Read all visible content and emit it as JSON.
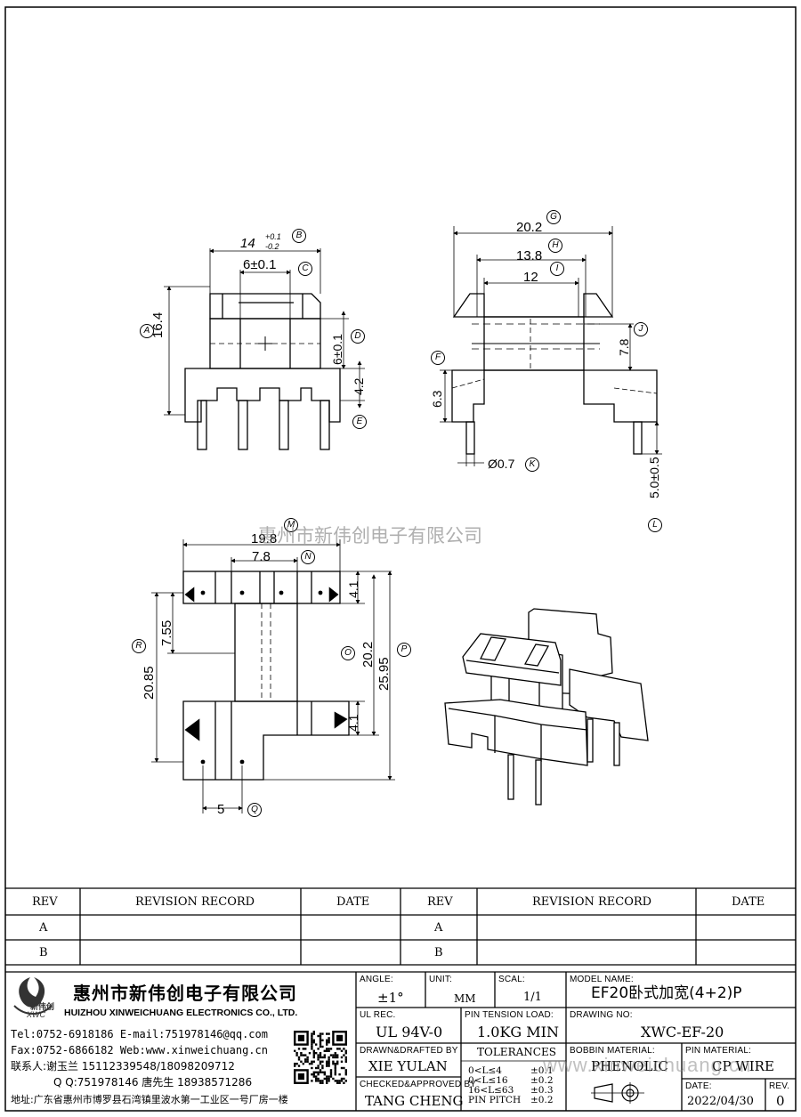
{
  "watermark": "惠州市新伟创电子有限公司",
  "watermark_url": "www.xinweichuang.cn",
  "dims": {
    "B": "14",
    "B_tol_plus": "+0.1",
    "B_tol_minus": "-0.2",
    "C": "6±0.1",
    "A": "16.4",
    "D": "6±0.1",
    "E": "4.2",
    "G": "20.2",
    "H": "13.8",
    "I": "12",
    "J": "7.8",
    "F": "6.3",
    "K": "Ø0.7",
    "L": "5.0±0.5",
    "M": "19.8",
    "N": "7.8",
    "R": "20.85",
    "S": "7.55",
    "O": "20.2",
    "P": "25.95",
    "T1": "4.1",
    "T2": "4.1",
    "Q": "5"
  },
  "balloons": [
    "A",
    "B",
    "C",
    "D",
    "E",
    "F",
    "G",
    "H",
    "I",
    "J",
    "K",
    "L",
    "M",
    "N",
    "O",
    "P",
    "Q",
    "R"
  ],
  "revision": {
    "col_rev": "REV",
    "col_record": "REVISION RECORD",
    "col_date": "DATE",
    "rows": [
      "A",
      "B"
    ]
  },
  "company": {
    "logo_text": "新伟创",
    "logo_abbr": "XWC",
    "name_cn": "惠州市新伟创电子有限公司",
    "name_en": "HUIZHOU XINWEICHUANG ELECTRONICS CO., LTD.",
    "tel": "Tel:0752-6918186 E-mail:751978146@qq.com",
    "fax": "Fax:0752-6866182 Web:www.xinweichuang.cn",
    "contact": "联系人:谢玉兰 15112339548/18098209712",
    "qq": "Q Q:751978146    唐先生 18938571286",
    "address": "地址:广东省惠州市博罗县石湾镇里波水第一工业区一号厂房一楼"
  },
  "title_block": {
    "angle_label": "ANGLE:",
    "angle_value": "±1°",
    "unit_label": "UNIT:",
    "unit_value": "MM",
    "scale_label": "SCAL:",
    "scale_value": "1/1",
    "model_label": "MODEL NAME:",
    "model_value": "EF20卧式加宽(4+2)P",
    "ul_label": "UL REC.",
    "ul_value": "UL 94V-0",
    "pin_tension_label": "PIN TENSION LOAD:",
    "pin_tension_value": "1.0KG MIN",
    "drawing_no_label": "DRAWING NO:",
    "drawing_no_value": "XWC-EF-20",
    "drawn_label": "DRAWN&DRAFTED BY",
    "drawn_value": "XIE YULAN",
    "tolerances_label": "TOLERANCES",
    "tol_rows": [
      {
        "range": "0<L≤4",
        "value": "±0.1"
      },
      {
        "range": "0<L≤16",
        "value": "±0.2"
      },
      {
        "range": "16<L≤63",
        "value": "±0.3"
      },
      {
        "range": "PIN PITCH",
        "value": "±0.2"
      }
    ],
    "bobbin_label": "BOBBIN MATERIAL:",
    "bobbin_value": "PHENOLIC",
    "pin_material_label": "PIN MATERIAL:",
    "pin_material_value": "CP WIRE",
    "checked_label": "CHECKED&APPROVED BY",
    "checked_value": "TANG CHENG",
    "date_label": "DATE:",
    "date_value": "2022/04/30",
    "rev_label": "REV.",
    "rev_value": "0"
  }
}
